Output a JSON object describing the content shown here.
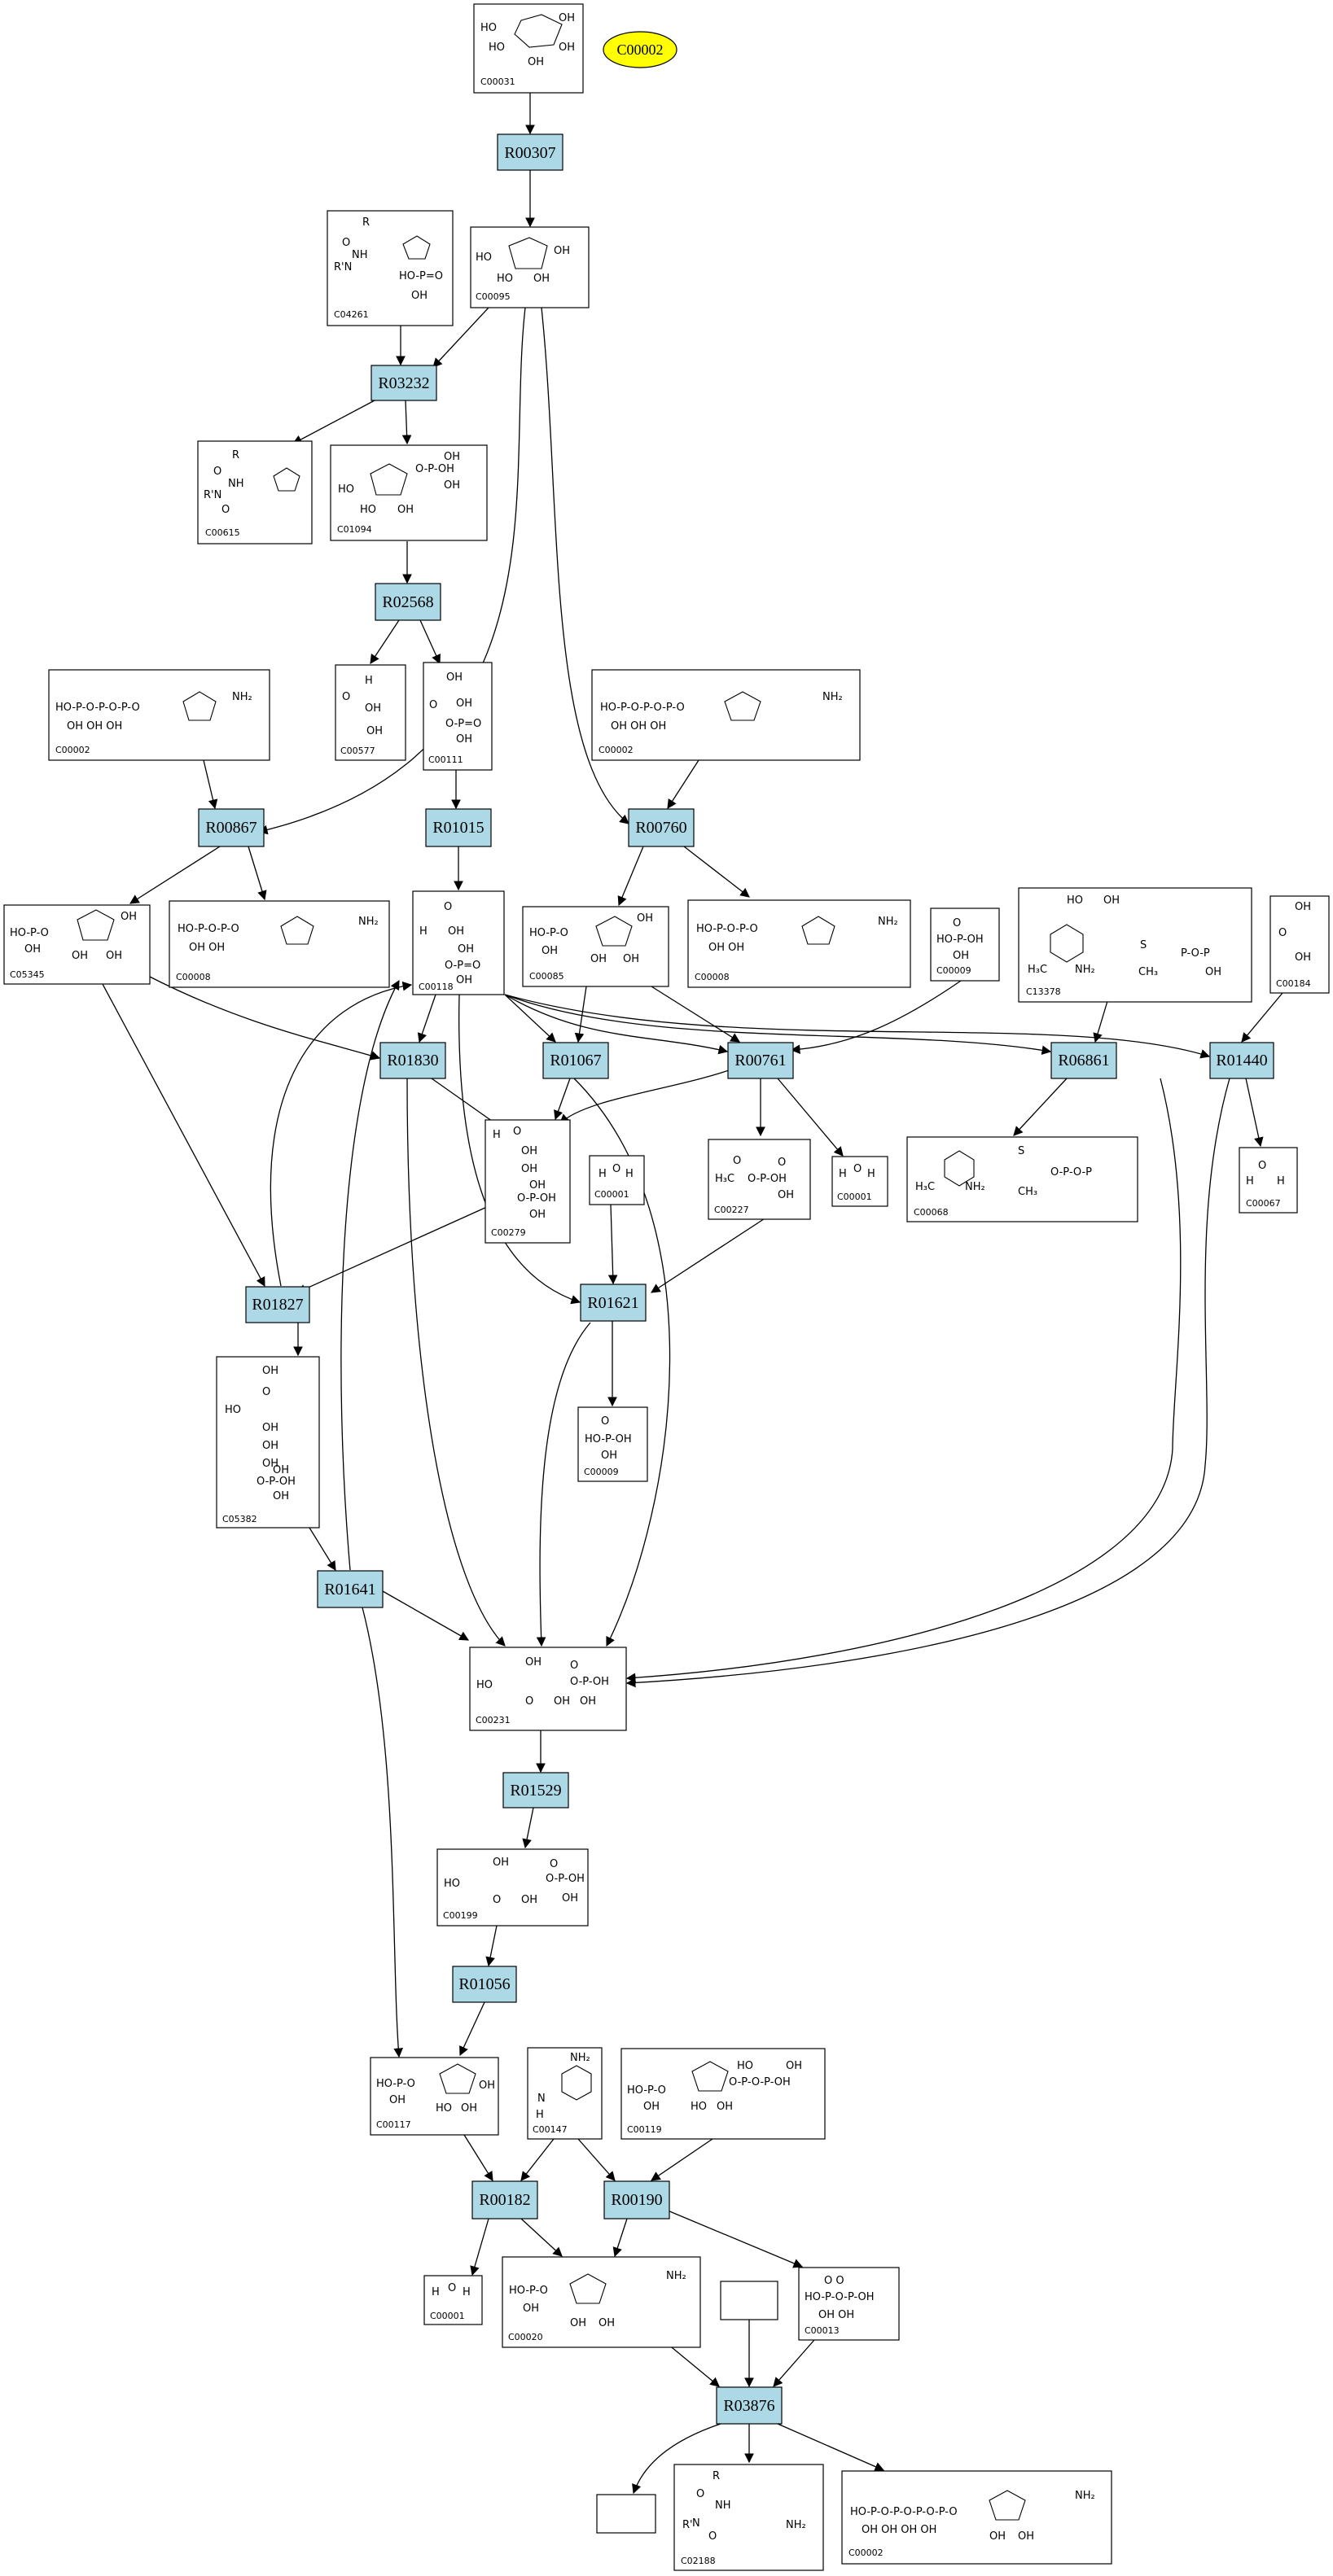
{
  "colors": {
    "reaction_fill": "#add8e6",
    "highlight_fill": "#ffff00",
    "stroke": "#000000",
    "background": "#ffffff"
  },
  "highlight": {
    "label": "C00002"
  },
  "reactions": [
    {
      "id": "R00307"
    },
    {
      "id": "R03232"
    },
    {
      "id": "R02568"
    },
    {
      "id": "R00867"
    },
    {
      "id": "R01015"
    },
    {
      "id": "R00760"
    },
    {
      "id": "R01830"
    },
    {
      "id": "R01067"
    },
    {
      "id": "R00761"
    },
    {
      "id": "R06861"
    },
    {
      "id": "R01440"
    },
    {
      "id": "R01827"
    },
    {
      "id": "R01621"
    },
    {
      "id": "R01641"
    },
    {
      "id": "R01529"
    },
    {
      "id": "R01056"
    },
    {
      "id": "R00182"
    },
    {
      "id": "R00190"
    },
    {
      "id": "R03876"
    }
  ],
  "compounds": [
    {
      "id": "C00031"
    },
    {
      "id": "C00095"
    },
    {
      "id": "C04261"
    },
    {
      "id": "C00615"
    },
    {
      "id": "C01094"
    },
    {
      "id": "C00577"
    },
    {
      "id": "C00111"
    },
    {
      "id": "C00002"
    },
    {
      "id": "C00002"
    },
    {
      "id": "C05345"
    },
    {
      "id": "C00008"
    },
    {
      "id": "C00118"
    },
    {
      "id": "C00085"
    },
    {
      "id": "C00008"
    },
    {
      "id": "C00009"
    },
    {
      "id": "C13378"
    },
    {
      "id": "C00184"
    },
    {
      "id": "C00279"
    },
    {
      "id": "C00001"
    },
    {
      "id": "C00227"
    },
    {
      "id": "C00001"
    },
    {
      "id": "C00068"
    },
    {
      "id": "C00067"
    },
    {
      "id": "C05382"
    },
    {
      "id": "C00009"
    },
    {
      "id": "C00231"
    },
    {
      "id": "C00199"
    },
    {
      "id": "C00117"
    },
    {
      "id": "C00147"
    },
    {
      "id": "C00119"
    },
    {
      "id": "C00001"
    },
    {
      "id": "C00020"
    },
    {
      "id": "C00013"
    },
    {
      "id": "C02188"
    },
    {
      "id": "C00002"
    }
  ]
}
